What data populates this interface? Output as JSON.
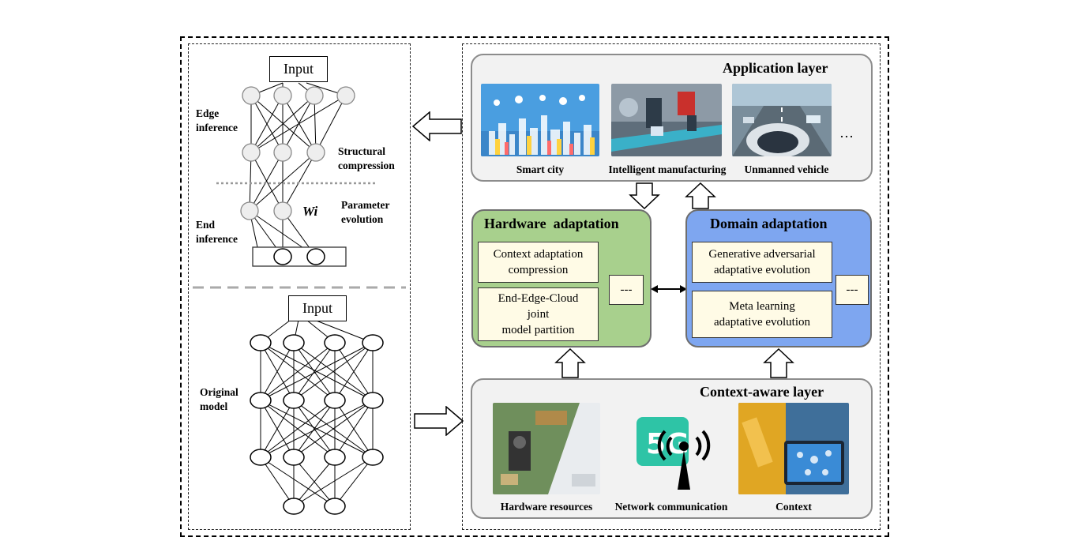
{
  "left": {
    "top_input": "Input",
    "edge_inference": "Edge\ninference",
    "structural_compression": "Structural\ncompression",
    "parameter_evolution": "Parameter\nevolution",
    "wi": "Wi",
    "end_inference": "End\ninference",
    "bottom_input": "Input",
    "original_model": "Original\nmodel"
  },
  "application": {
    "title": "Application layer",
    "items": [
      "Smart city",
      "Intelligent manufacturing",
      "Unmanned vehicle"
    ],
    "more": "…"
  },
  "hardware": {
    "title": "Hardware  adaptation",
    "box1": "Context adaptation\ncompression",
    "box2": "End-Edge-Cloud\njoint\nmodel partition",
    "more": "---"
  },
  "domain": {
    "title": "Domain adaptation",
    "box1": "Generative adversarial\nadaptative evolution",
    "box2": "Meta learning\nadaptative evolution",
    "more": "---"
  },
  "context": {
    "title": "Context-aware layer",
    "items": [
      "Hardware resources",
      "Network communication",
      "Context"
    ],
    "fiveg": "5G"
  },
  "colors": {
    "hardware_fill": "#a8d08d",
    "domain_fill": "#7ea6f0",
    "layer_fill": "#f2f2f2",
    "inner_fill": "#fffbe6"
  }
}
